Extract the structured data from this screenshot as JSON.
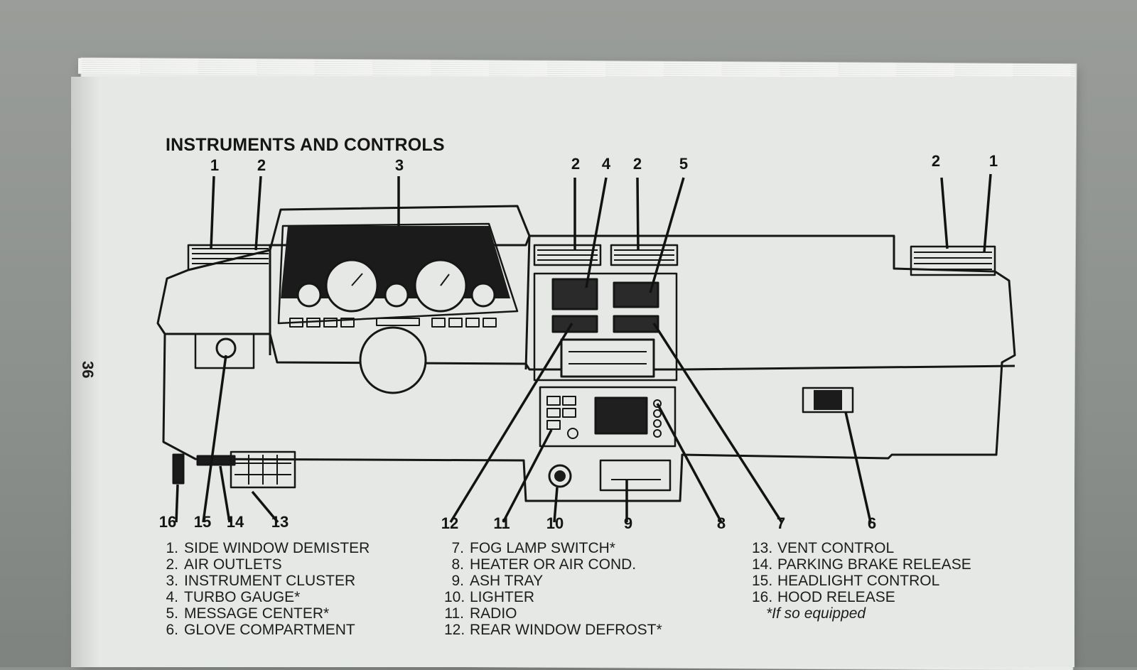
{
  "page": {
    "number": "36"
  },
  "title": "INSTRUMENTS AND CONTROLS",
  "callouts_top": [
    "1",
    "2",
    "3",
    "2",
    "4",
    "2",
    "5",
    "2",
    "1"
  ],
  "callouts_bottom": [
    "16",
    "15",
    "14",
    "13",
    "12",
    "11",
    "10",
    "9",
    "8",
    "7",
    "6"
  ],
  "legend": {
    "col1": [
      {
        "num": "1.",
        "text": "SIDE WINDOW DEMISTER"
      },
      {
        "num": "2.",
        "text": "AIR OUTLETS"
      },
      {
        "num": "3.",
        "text": "INSTRUMENT CLUSTER"
      },
      {
        "num": "4.",
        "text": "TURBO GAUGE*"
      },
      {
        "num": "5.",
        "text": "MESSAGE CENTER*"
      },
      {
        "num": "6.",
        "text": "GLOVE COMPARTMENT"
      }
    ],
    "col2": [
      {
        "num": "7.",
        "text": "FOG LAMP SWITCH*"
      },
      {
        "num": "8.",
        "text": "HEATER OR AIR COND."
      },
      {
        "num": "9.",
        "text": "ASH TRAY"
      },
      {
        "num": "10.",
        "text": "LIGHTER"
      },
      {
        "num": "11.",
        "text": "RADIO"
      },
      {
        "num": "12.",
        "text": "REAR WINDOW DEFROST*"
      }
    ],
    "col3": [
      {
        "num": "13.",
        "text": "VENT CONTROL"
      },
      {
        "num": "14.",
        "text": "PARKING BRAKE RELEASE"
      },
      {
        "num": "15.",
        "text": "HEADLIGHT CONTROL"
      },
      {
        "num": "16.",
        "text": "HOOD RELEASE"
      }
    ],
    "footnote": "*If so equipped"
  },
  "colors": {
    "ink": "#161616",
    "paper": "#e6e8e5",
    "background": "#8f938f"
  }
}
